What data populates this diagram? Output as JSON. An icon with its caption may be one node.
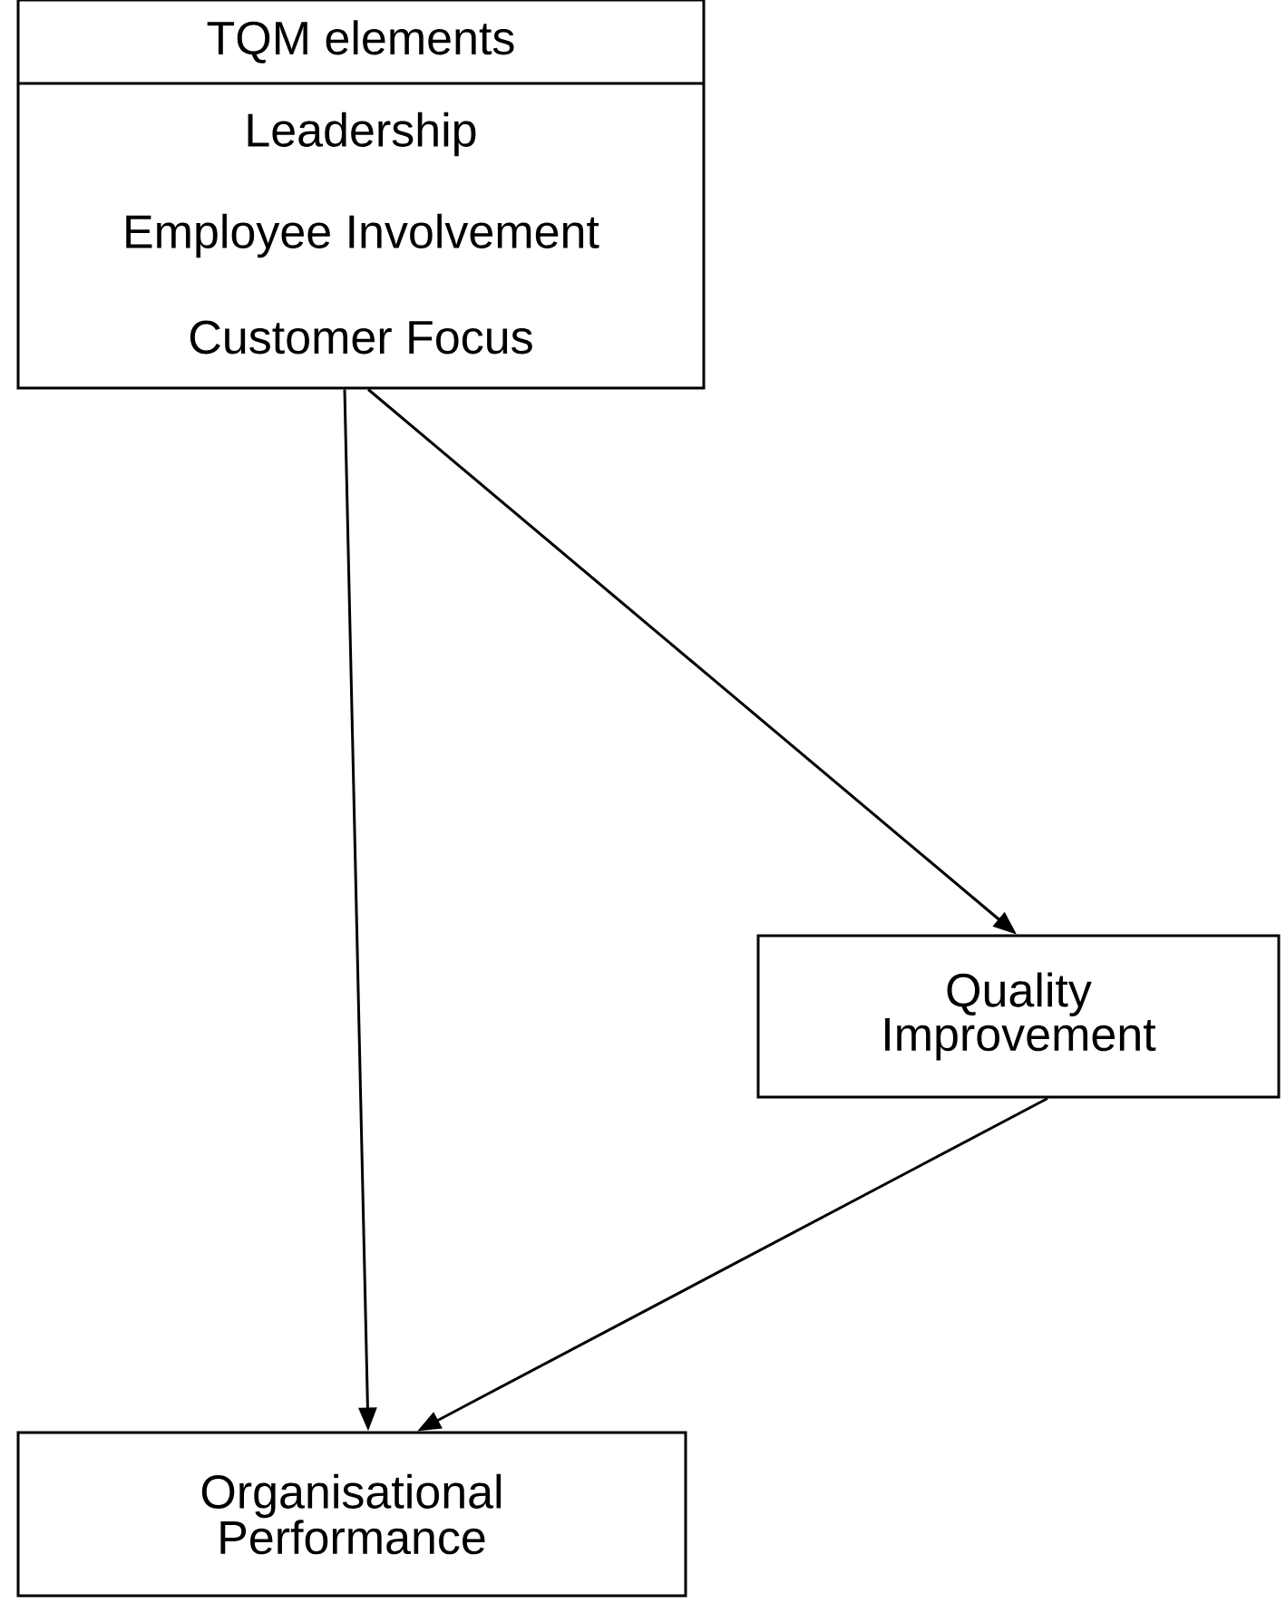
{
  "diagram": {
    "nodes": [
      {
        "text": [
          "TQM elements",
          "Leadership",
          "Employee Involvement",
          "Customer Focus"
        ]
      },
      {
        "text": [
          "Quality Improvement"
        ]
      },
      {
        "text": [
          "Organisational Performance"
        ]
      }
    ],
    "edges": [
      {
        "from": 0,
        "to": 2,
        "arrow": "to"
      },
      {
        "from": 0,
        "to": 1,
        "arrow": "to"
      },
      {
        "from": 1,
        "to": 2,
        "arrow": "to"
      }
    ]
  }
}
